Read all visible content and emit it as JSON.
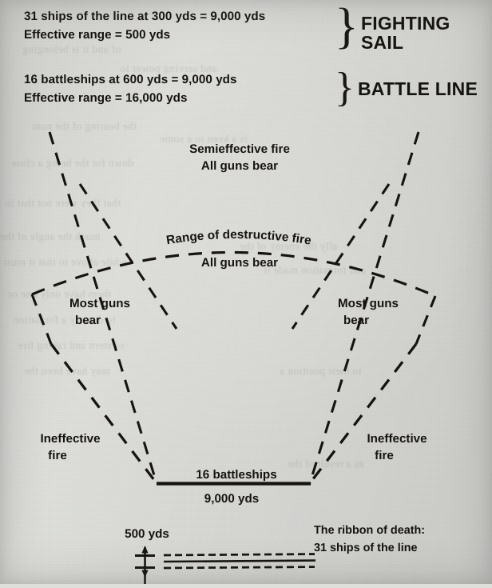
{
  "page": {
    "background_color": "#dedfdb",
    "ink_color": "#16130f"
  },
  "header": {
    "rows": [
      {
        "id": "fighting-sail",
        "lines": [
          "31 ships of the line at 300 yds = 9,000 yds",
          "Effective range = 500 yds"
        ],
        "brace": "}",
        "category": "FIGHTING\nSAIL",
        "category_line_1": "FIGHTING",
        "category_line_2": "SAIL"
      },
      {
        "id": "battle-line",
        "lines": [
          "16 battleships at 600 yds = 9,000 yds",
          "Effective range = 16,000 yds"
        ],
        "brace": "}",
        "category": "BATTLE LINE",
        "category_line_1": "BATTLE LINE",
        "category_line_2": ""
      }
    ]
  },
  "diagram": {
    "title_implicit": "Battle line fields of fire",
    "labels": {
      "semieffective_fire": "Semieffective fire",
      "all_guns_bear_outer": "All guns bear",
      "range_of_destructive_fire": "Range of destructive fire",
      "all_guns_bear_inner": "All guns bear",
      "most_guns_bear_left_line1": "Most guns",
      "most_guns_bear_left_line2": "bear",
      "most_guns_bear_right_line1": "Most guns",
      "most_guns_bear_right_line2": "bear",
      "ineffective_fire_left_line1": "Ineffective",
      "ineffective_fire_left_line2": "fire",
      "ineffective_fire_right_line1": "Ineffective",
      "ineffective_fire_right_line2": "fire",
      "battle_line_ships": "16 battleships",
      "battle_line_length": "9,000 yds",
      "sail_line_spacing": "500 yds",
      "ribbon_caption_line1": "The ribbon of death:",
      "ribbon_caption_line2": "31 ships of the line"
    }
  },
  "ghost_text": [
    "of and it is belonging",
    "and serving power to",
    "the bearing of the num",
    "is a keen to a some",
    "down for the being a close",
    "that they were not that in",
    "much the angle of the",
    "while above to that it must",
    "ally the enemy of the",
    "and formation made it",
    "them have only one or",
    "to destroy a formation",
    "of stern and raking fire",
    "may have been the",
    "to their position a",
    "as a result of the"
  ]
}
